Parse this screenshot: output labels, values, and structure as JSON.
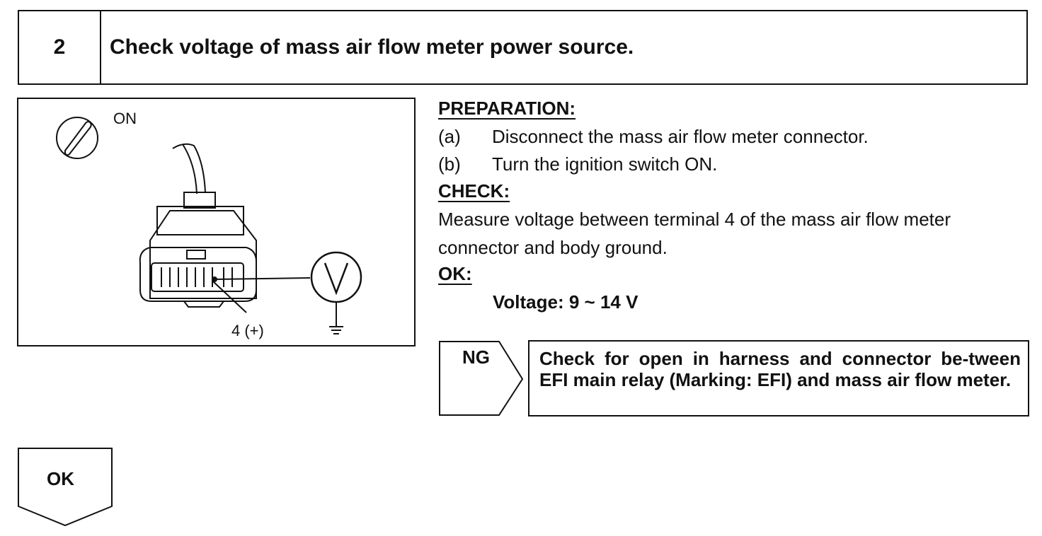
{
  "step": {
    "number": "2",
    "title": "Check voltage of mass air flow meter power source."
  },
  "figure": {
    "ignition_label": "ON",
    "terminal_label": "4 (+)",
    "meter_symbol": "V",
    "icons": [
      "ignition-switch-icon",
      "connector-icon",
      "voltmeter-icon",
      "ground-icon"
    ]
  },
  "preparation": {
    "heading": "PREPARATION:",
    "steps": [
      {
        "label": "(a)",
        "text": "Disconnect the mass air flow meter connector."
      },
      {
        "label": "(b)",
        "text": "Turn the ignition switch ON."
      }
    ]
  },
  "check": {
    "heading": "CHECK:",
    "text": "Measure voltage between terminal 4 of the mass air flow meter connector and body ground."
  },
  "ok_spec": {
    "heading": "OK:",
    "value": "Voltage: 9 ~ 14 V"
  },
  "ng_branch": {
    "label": "NG",
    "action": "Check for open in harness and connector be-tween EFI main relay (Marking: EFI) and mass air flow meter."
  },
  "ok_branch": {
    "label": "OK"
  }
}
